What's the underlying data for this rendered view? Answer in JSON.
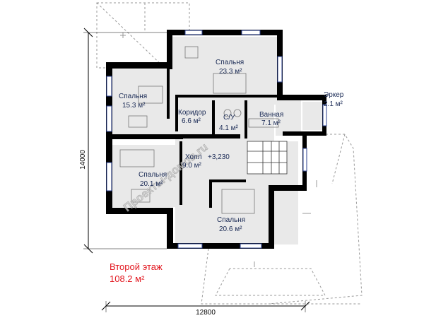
{
  "rooms": [
    {
      "name": "Спальня",
      "area": "23.3 м²"
    },
    {
      "name": "Спальня",
      "area": "15.3 м²"
    },
    {
      "name": "Коридор",
      "area": "6.6 м²"
    },
    {
      "name": "С/У",
      "area": "4.1 м²"
    },
    {
      "name": "Ванная",
      "area": "7.1 м²"
    },
    {
      "name": "Эркер",
      "area": "2.1 м²"
    },
    {
      "name": "Холл",
      "area": "9.0 м²"
    },
    {
      "name": "Спальня",
      "area": "20.1 м²"
    },
    {
      "name": "Спальня",
      "area": "20.6 м²"
    }
  ],
  "level_mark": "+3,230",
  "dimensions": {
    "height": "14000",
    "width": "12800"
  },
  "caption": {
    "floor": "Второй этаж",
    "area": "108.2 м²"
  },
  "watermark": "Проекты-домов.ru",
  "colors": {
    "wall": "#000000",
    "label": "#1a2a55",
    "caption": "#e2171f",
    "floor": "#e9e9e9",
    "window": "#2a3f8f"
  }
}
